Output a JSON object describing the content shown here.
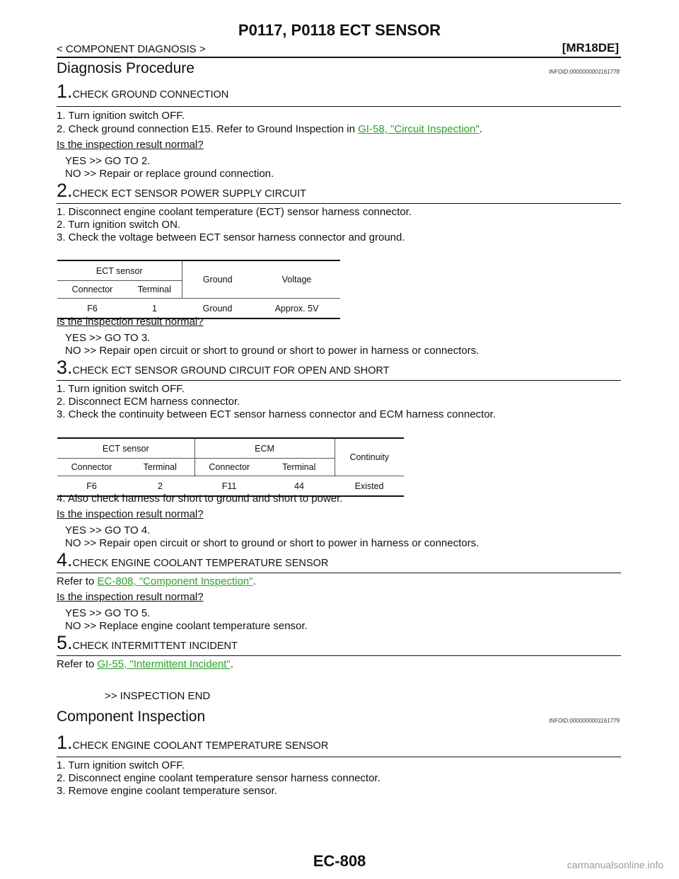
{
  "header": {
    "title": "P0117, P0118 ECT SENSOR",
    "breadcrumb": "< COMPONENT DIAGNOSIS >",
    "model": "[MR18DE]"
  },
  "diag": {
    "heading": "Diagnosis Procedure",
    "infoid": "INFOID:0000000001161778",
    "s1": {
      "num": "1.",
      "title": "CHECK GROUND CONNECTION",
      "l1": "1.   Turn ignition switch OFF.",
      "l2_pre": "2.   Check ground connection E15. Refer to Ground Inspection in ",
      "l2_link": "GI-58, \"Circuit Inspection\"",
      "l2_post": ".",
      "q": "Is the inspection result normal?",
      "yes": "YES     >> GO TO 2.",
      "no": "NO      >> Repair or replace ground connection."
    },
    "s2": {
      "num": "2.",
      "title": "CHECK ECT SENSOR POWER SUPPLY CIRCUIT",
      "l1": "1.   Disconnect engine coolant temperature (ECT) sensor harness connector.",
      "l2": "2.   Turn ignition switch ON.",
      "l3": "3.   Check the voltage between ECT sensor harness connector and ground.",
      "table": {
        "group": "ECT sensor",
        "connector": "Connector",
        "terminal": "Terminal",
        "ground_h": "Ground",
        "voltage_h": "Voltage",
        "row": [
          "F6",
          "1",
          "Ground",
          "Approx. 5V"
        ]
      },
      "q": "Is the inspection result normal?",
      "yes": "YES     >> GO TO 3.",
      "no": "NO      >> Repair open circuit or short to ground or short to power in harness or connectors."
    },
    "s3": {
      "num": "3.",
      "title": "CHECK ECT SENSOR GROUND CIRCUIT FOR OPEN AND SHORT",
      "l1": "1.   Turn ignition switch OFF.",
      "l2": "2.   Disconnect ECM harness connector.",
      "l3": "3.   Check the continuity between ECT sensor harness connector and ECM harness connector.",
      "table": {
        "group1": "ECT sensor",
        "group2": "ECM",
        "continuity_h": "Continuity",
        "connector": "Connector",
        "terminal": "Terminal",
        "row": [
          "F6",
          "2",
          "F11",
          "44",
          "Existed"
        ]
      },
      "l4": "4.   Also check harness for short to ground and short to power.",
      "q": "Is the inspection result normal?",
      "yes": "YES     >> GO TO 4.",
      "no": "NO      >> Repair open circuit or short to ground or short to power in harness or connectors."
    },
    "s4": {
      "num": "4.",
      "title": "CHECK ENGINE COOLANT TEMPERATURE SENSOR",
      "ref_pre": "Refer to ",
      "ref_link": "EC-808, \"Component Inspection\"",
      "ref_post": ".",
      "q": "Is the inspection result normal?",
      "yes": "YES     >> GO TO 5.",
      "no": "NO      >> Replace engine coolant temperature sensor."
    },
    "s5": {
      "num": "5.",
      "title": "CHECK INTERMITTENT INCIDENT",
      "ref_pre": "Refer to ",
      "ref_link": "GI-55, \"Intermittent Incident\"",
      "ref_post": ".",
      "end": ">> INSPECTION END"
    }
  },
  "comp": {
    "heading": "Component Inspection",
    "infoid": "INFOID:0000000001161779",
    "s1": {
      "num": "1.",
      "title": "CHECK ENGINE COOLANT TEMPERATURE SENSOR",
      "l1": "1.   Turn ignition switch OFF.",
      "l2": "2.   Disconnect engine coolant temperature sensor harness connector.",
      "l3": "3.   Remove engine coolant temperature sensor."
    }
  },
  "footer": {
    "page": "EC-808",
    "watermark": "carmanualsonline.info"
  },
  "colors": {
    "link": "#27a827"
  }
}
